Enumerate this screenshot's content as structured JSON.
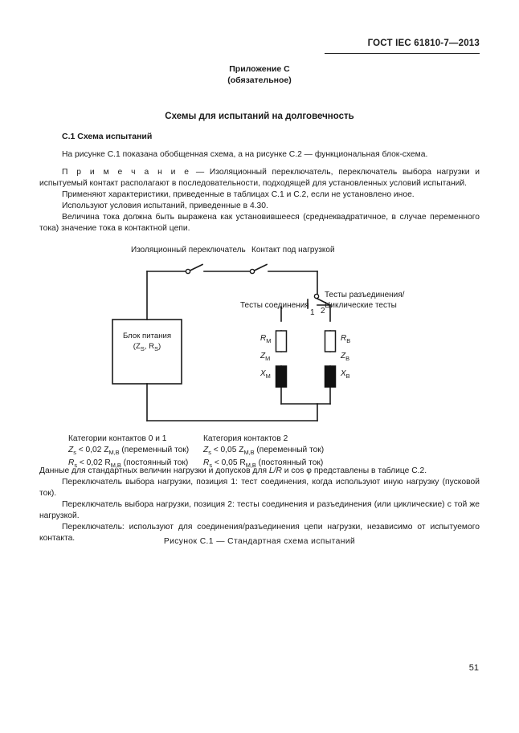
{
  "header": {
    "standard": "ГОСТ IEC 61810-7—2013"
  },
  "annex": {
    "line1": "Приложение С",
    "line2": "(обязательное)"
  },
  "title": "Схемы для испытаний на долговечность",
  "section": {
    "number_title": "С.1 Схема испытаний"
  },
  "paragraphs": {
    "p1": "На рисунке С.1 показана обобщенная схема, а на рисунке С.2 — функциональная блок-схема.",
    "note_lead": "П р и м е ч а н и е",
    "note_body": " — Изоляционный переключатель, переключатель выбора нагрузки и испытуемый контакт располагают в последовательности, подходящей для установленных условий испытаний.",
    "p3": "Применяют характеристики, приведенные в таблицах С.1 и С.2, если не установлено иное.",
    "p4": "Используют условия испытаний, приведенные в 4.30.",
    "p5": "Величина тока должна быть выражена как установившееся (среднеквадратичное, в случае переменного тока) значение тока в контактной цепи.",
    "p6_a": "Данные для стандартных величин нагрузки и допусков для ",
    "p6_lr": "L/R",
    "p6_b": " и cos φ  представлены в таблице С.2.",
    "p7": "Переключатель выбора нагрузки, позиция 1: тест соединения, когда используют иную нагрузку (пусковой ток).",
    "p8": "Переключатель выбора нагрузки, позиция 2: тесты соединения и разъединения (или циклические) с той же нагрузкой.",
    "p9": "Переключатель: используют для соединения/разъединения цепи нагрузки, независимо от испытуемого контакта."
  },
  "conditions": {
    "left": {
      "heading": "Категории контактов 0 и 1",
      "line2_pre": "Z",
      "line2_sub": "s",
      "line2_mid": " < 0,02 Z",
      "line2_sub2": "М,В",
      "line2_tail": "  (переменный ток)",
      "line3_pre": "R",
      "line3_sub": "s",
      "line3_mid": " < 0,02 R",
      "line3_sub2": "М,В",
      "line3_tail": " (постоянный ток)"
    },
    "right": {
      "heading": "Категория контактов 2",
      "line2_pre": "Z",
      "line2_sub": "s",
      "line2_mid": " < 0,05 Z",
      "line2_sub2": "М,В",
      "line2_tail": "  (переменный ток)",
      "line3_pre": "R",
      "line3_sub": "s",
      "line3_mid": " < 0,05 R",
      "line3_sub2": "М,В",
      "line3_tail": " (постоянный ток)"
    }
  },
  "figure": {
    "label_isolating_switch": "Изоляционный переключатель",
    "label_load_contact": "Контакт под нагрузкой",
    "label_make_tests": "Тесты соединения",
    "label_break_tests_1": "Тесты разъединения/",
    "label_break_tests_2": "Циклические тесты",
    "power_supply_1": "Блок питания",
    "power_supply_2_pre": "(Z",
    "power_supply_2_sub1": "S",
    "power_supply_2_mid": ", R",
    "power_supply_2_sub2": "S",
    "power_supply_2_tail": ")",
    "pos_1": "1",
    "pos_2": "2",
    "r_m": "R",
    "r_m_sub": "М",
    "z_m": "Z",
    "z_m_sub": "М",
    "x_m": "X",
    "x_m_sub": "М",
    "r_b": "R",
    "r_b_sub": "В",
    "z_b": "Z",
    "z_b_sub": "В",
    "x_b": "X",
    "x_b_sub": "В",
    "caption": "Рисунок С.1 — Стандартная схема испытаний"
  },
  "footer": {
    "page_number": "51"
  },
  "colors": {
    "ink": "#1a1a1a",
    "paper": "#ffffff"
  }
}
